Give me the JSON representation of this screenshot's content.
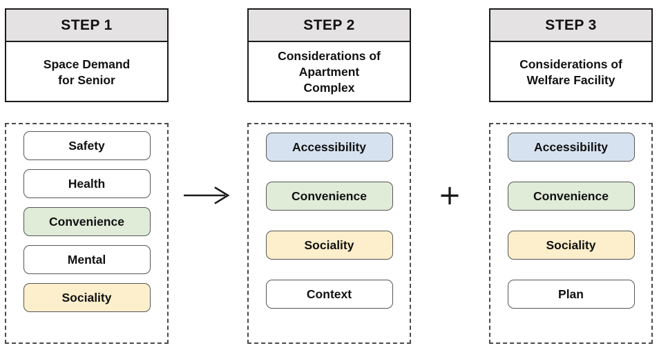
{
  "diagram": {
    "columns": [
      {
        "step_label": "STEP 1",
        "title": "Space Demand\nfor Senior",
        "items": [
          {
            "label": "Safety",
            "color": "#ffffff"
          },
          {
            "label": "Health",
            "color": "#ffffff"
          },
          {
            "label": "Convenience",
            "color": "#e0ebd8"
          },
          {
            "label": "Mental",
            "color": "#ffffff"
          },
          {
            "label": "Sociality",
            "color": "#fdefcc"
          }
        ]
      },
      {
        "step_label": "STEP 2",
        "title": "Considerations of\nApartment\nComplex",
        "items": [
          {
            "label": "Accessibility",
            "color": "#d6e2f0"
          },
          {
            "label": "Convenience",
            "color": "#e0ebd8"
          },
          {
            "label": "Sociality",
            "color": "#fdefcc"
          },
          {
            "label": "Context",
            "color": "#ffffff"
          }
        ]
      },
      {
        "step_label": "STEP 3",
        "title": "Considerations of\nWelfare Facility",
        "items": [
          {
            "label": "Accessibility",
            "color": "#d6e2f0"
          },
          {
            "label": "Convenience",
            "color": "#e0ebd8"
          },
          {
            "label": "Sociality",
            "color": "#fdefcc"
          },
          {
            "label": "Plan",
            "color": "#ffffff"
          }
        ]
      }
    ],
    "connectors": [
      {
        "icon": "right-arrow-icon",
        "glyph": ""
      },
      {
        "icon": "plus-icon",
        "glyph": "+"
      }
    ],
    "palette": {
      "header_band": "#e4e2e2",
      "outline": "#1a1a1a",
      "dashed_outline": "#4a4a4a",
      "blue": "#d6e2f0",
      "green": "#e0ebd8",
      "yellow": "#fdefcc",
      "white": "#ffffff",
      "text": "#111111"
    }
  }
}
